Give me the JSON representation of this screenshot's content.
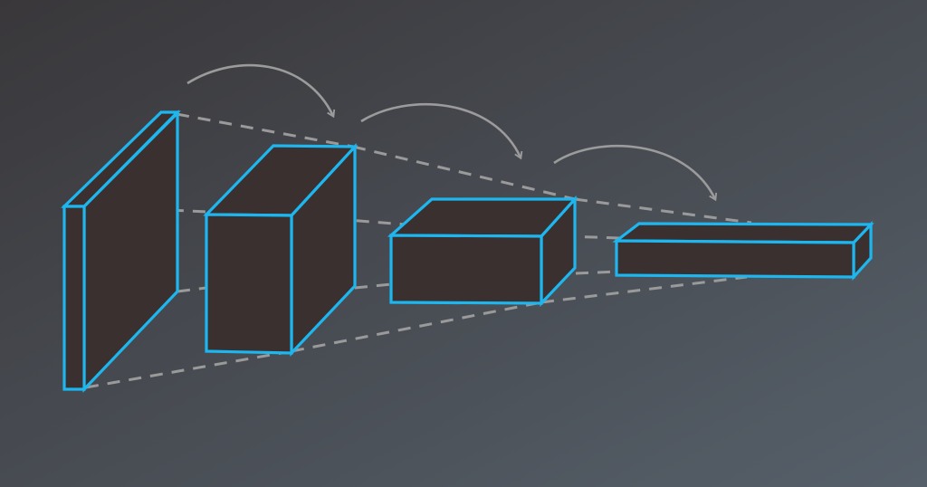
{
  "diagram": {
    "description_hidden": "",
    "layers": [
      {
        "id": "layer-1",
        "kind": "volume"
      },
      {
        "id": "layer-2",
        "kind": "volume"
      },
      {
        "id": "layer-3",
        "kind": "volume"
      },
      {
        "id": "layer-4",
        "kind": "volume"
      }
    ],
    "arrows": [
      {
        "from": "layer-1",
        "to": "layer-2"
      },
      {
        "from": "layer-2",
        "to": "layer-3"
      },
      {
        "from": "layer-3",
        "to": "layer-4"
      }
    ]
  },
  "colors": {
    "background_start": "#39373a",
    "background_end": "#56606a",
    "block_stroke": "#1eb6ee",
    "block_fill_front": "#3a3030",
    "block_fill_side": "#3a3030",
    "block_fill_top": "#3a3030",
    "dashed_line": "#9a9a9a",
    "arrow": "#9b9b9b"
  }
}
